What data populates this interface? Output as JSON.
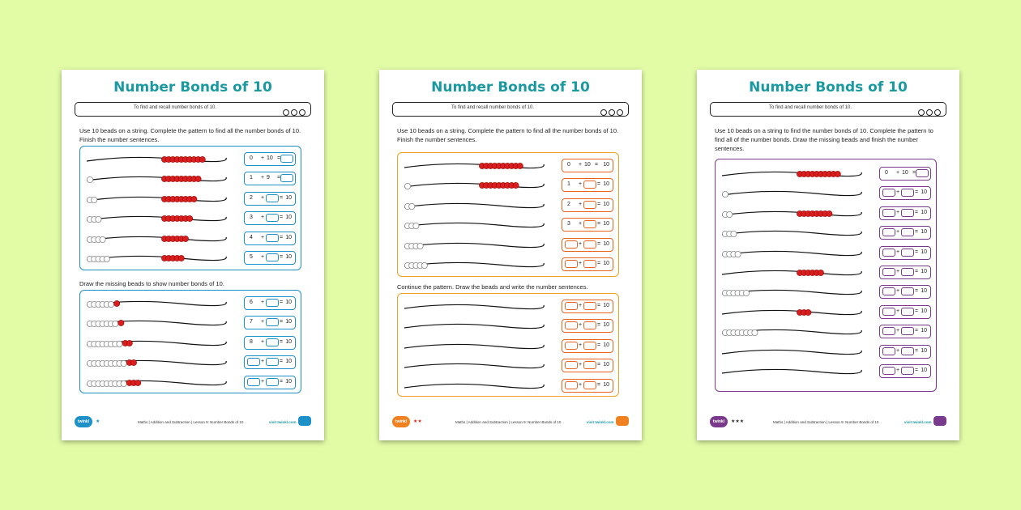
{
  "sheets": [
    {
      "title": "Number Bonds of 10",
      "objective": "To find and recall number bonds of 10.",
      "instruction1": "Use 10 beads on a string. Complete the pattern to find all the number bonds of 10. Finish the number sentences.",
      "instruction2": "Draw the missing beads to show number bonds of 10.",
      "eq1": [
        {
          "a": "0",
          "b": "10",
          "ans": ""
        },
        {
          "a": "1",
          "b": "9",
          "ans": ""
        },
        {
          "a": "2",
          "b": "",
          "ans": "10"
        },
        {
          "a": "3",
          "b": "",
          "ans": "10"
        },
        {
          "a": "4",
          "b": "",
          "ans": "10"
        },
        {
          "a": "5",
          "b": "",
          "ans": "10"
        }
      ],
      "eq2": [
        {
          "a": "6",
          "b": "",
          "ans": "10"
        },
        {
          "a": "7",
          "b": "",
          "ans": "10"
        },
        {
          "a": "8",
          "b": "",
          "ans": "10"
        },
        {
          "a": "",
          "b": "",
          "ans": "10"
        },
        {
          "a": "",
          "b": "",
          "ans": "10"
        }
      ],
      "footer_subject": "Maths | Addition and Subtraction | Lesson 9: Number Bonds of 10",
      "footer_visit": "visit twinkl.com",
      "stars": "★",
      "logo": "twinkl"
    },
    {
      "title": "Number Bonds of 10",
      "objective": "To find and recall number bonds of 10.",
      "instruction1": "Use 10 beads on a string. Complete the pattern to find all the number bonds of 10. Finish the number sentences.",
      "instruction2": "Continue the pattern. Draw the beads and write the number sentences.",
      "eq1": [
        {
          "a": "0",
          "b": "10",
          "ans": "10"
        },
        {
          "a": "1",
          "b": "",
          "ans": "10"
        },
        {
          "a": "2",
          "b": "",
          "ans": "10"
        },
        {
          "a": "3",
          "b": "",
          "ans": "10"
        },
        {
          "a": "",
          "b": "",
          "ans": "10"
        },
        {
          "a": "",
          "b": "",
          "ans": "10"
        }
      ],
      "eq2": [
        {
          "a": "",
          "b": "",
          "ans": "10"
        },
        {
          "a": "",
          "b": "",
          "ans": "10"
        },
        {
          "a": "",
          "b": "",
          "ans": "10"
        },
        {
          "a": "",
          "b": "",
          "ans": "10"
        },
        {
          "a": "",
          "b": "",
          "ans": "10"
        }
      ],
      "footer_subject": "Maths | Addition and Subtraction | Lesson 9: Number Bonds of 10",
      "footer_visit": "visit twinkl.com",
      "stars": "★★",
      "logo": "twinkl"
    },
    {
      "title": "Number Bonds of 10",
      "objective": "To find and recall number bonds of 10.",
      "instruction1": "Use 10 beads on a string to find the number bonds of 10. Complete the pattern to find all of the number bonds. Draw the missing beads and finish the number sentences.",
      "eq1": [
        {
          "a": "0",
          "b": "10",
          "ans": ""
        },
        {
          "a": "",
          "b": "",
          "ans": "10"
        },
        {
          "a": "",
          "b": "",
          "ans": "10"
        },
        {
          "a": "",
          "b": "",
          "ans": "10"
        },
        {
          "a": "",
          "b": "",
          "ans": "10"
        },
        {
          "a": "",
          "b": "",
          "ans": "10"
        },
        {
          "a": "",
          "b": "",
          "ans": "10"
        },
        {
          "a": "",
          "b": "",
          "ans": "10"
        },
        {
          "a": "",
          "b": "",
          "ans": "10"
        },
        {
          "a": "",
          "b": "",
          "ans": "10"
        },
        {
          "a": "",
          "b": "",
          "ans": "10"
        }
      ],
      "footer_subject": "Maths | Addition and Subtraction | Lesson 9: Number Bonds of 10",
      "footer_visit": "visit twinkl.com",
      "stars": "★★★",
      "logo": "twinkl"
    }
  ],
  "colors": {
    "background": "#e2fca6",
    "title": "#1a9aa0",
    "sheet1_accent": "#1e90c8",
    "sheet2_accent": "#f0a020",
    "sheet3_accent": "#7a3a8c",
    "bead_red": "#d81e1e",
    "bead_white": "#ffffff"
  }
}
